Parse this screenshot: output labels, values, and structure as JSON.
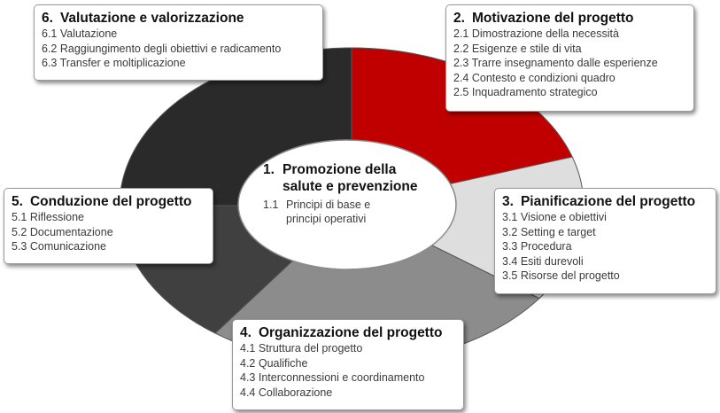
{
  "colors": {
    "red": "#c00000",
    "dark_segment": "#2a2a2a",
    "mid_dark_segment": "#404040",
    "grey_segment": "#8c8c8c",
    "light_segment": "#dedede",
    "center_fill": "#ffffff"
  },
  "center": {
    "number": "1.",
    "title_line1": "Promozione della",
    "title_line2": "salute e prevenzione",
    "item_number": "1.1",
    "item_line1": "Principi di base e",
    "item_line2": "principi operativi"
  },
  "segments": [
    {
      "id": "motivazione",
      "share": 0.2,
      "color": "#c00000"
    },
    {
      "id": "pianificazione",
      "share": 0.15,
      "color": "#dedede"
    },
    {
      "id": "organizzazione",
      "share": 0.25,
      "color": "#8c8c8c"
    },
    {
      "id": "conduzione",
      "share": 0.15,
      "color": "#404040"
    },
    {
      "id": "valutazione",
      "share": 0.25,
      "color": "#2a2a2a"
    }
  ],
  "boxes": {
    "valutazione": {
      "number": "6.",
      "title": "Valutazione e valorizzazione",
      "items": [
        "6.1 Valutazione",
        "6.2 Raggiungimento degli obiettivi e radicamento",
        "6.3 Transfer e moltiplicazione"
      ]
    },
    "motivazione": {
      "number": "2.",
      "title": "Motivazione del progetto",
      "items": [
        "2.1 Dimostrazione della necessità",
        "2.2 Esigenze e stile di vita",
        "2.3 Trarre insegnamento dalle esperienze",
        "2.4 Contesto e condizioni quadro",
        "2.5 Inquadramento strategico"
      ]
    },
    "conduzione": {
      "number": "5.",
      "title": "Conduzione del progetto",
      "items": [
        "5.1  Riflessione",
        "5.2  Documentazione",
        "5.3  Comunicazione"
      ]
    },
    "pianificazione": {
      "number": "3.",
      "title": "Pianificazione del progetto",
      "items": [
        "3.1  Visione e obiettivi",
        "3.2  Setting e target",
        "3.3  Procedura",
        "3.4  Esiti durevoli",
        "3.5  Risorse del progetto"
      ]
    },
    "organizzazione": {
      "number": "4.",
      "title": "Organizzazione del progetto",
      "items": [
        "4.1  Struttura del progetto",
        "4.2  Qualifiche",
        "4.3  Interconnessioni e coordinamento",
        "4.4  Collaborazione"
      ]
    }
  }
}
